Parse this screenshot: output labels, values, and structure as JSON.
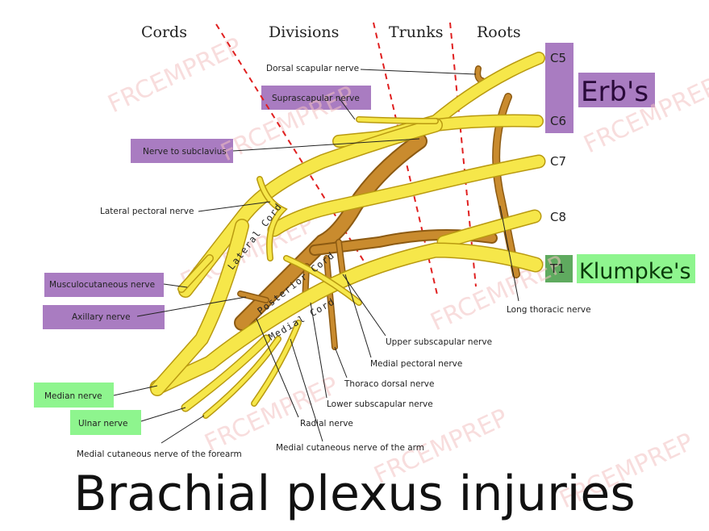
{
  "headers": {
    "cords": "Cords",
    "divisions": "Divisions",
    "trunks": "Trunks",
    "roots": "Roots"
  },
  "roots": {
    "c5": "C5",
    "c6": "C6",
    "c7": "C7",
    "c8": "C8",
    "t1": "T1"
  },
  "highlights": {
    "erbs": "Erb's",
    "klumpkes": "Klumpke's"
  },
  "cord_labels": {
    "lateral": "Lateral Cord",
    "posterior": "Posterior Cord",
    "medial": "Medial Cord"
  },
  "nerves": {
    "dorsal_scapular": "Dorsal scapular nerve",
    "suprascapular": "Suprascapular nerve",
    "subclavius": "Nerve to subclavius",
    "lateral_pectoral": "Lateral pectoral nerve",
    "musculocutaneous": "Musculocutaneous nerve",
    "axillary": "Axillary nerve",
    "median": "Median nerve",
    "ulnar": "Ulnar nerve",
    "medial_cutaneous_forearm": "Medial cutaneous nerve of the forearm",
    "medial_cutaneous_arm": "Medial cutaneous nerve of the arm",
    "radial": "Radial nerve",
    "lower_subscapular": "Lower subscapular nerve",
    "thoraco_dorsal": "Thoraco dorsal nerve",
    "medial_pectoral": "Medial pectoral nerve",
    "upper_subscapular": "Upper subscapular nerve",
    "long_thoracic": "Long thoracic nerve"
  },
  "watermark": {
    "text": "FRCEMPREP"
  },
  "title": "Brachial plexus injuries",
  "colors": {
    "purple_box": "#a97cc1",
    "green_box": "#8ef58e",
    "erbs_text": "#2a0a3a",
    "klumpkes_text": "#0a3a0a",
    "nerve_yellow": "#f6e74a",
    "nerve_brown": "#c98b2e",
    "division_lines": "#e02020",
    "watermark": "#f3c2c2"
  }
}
